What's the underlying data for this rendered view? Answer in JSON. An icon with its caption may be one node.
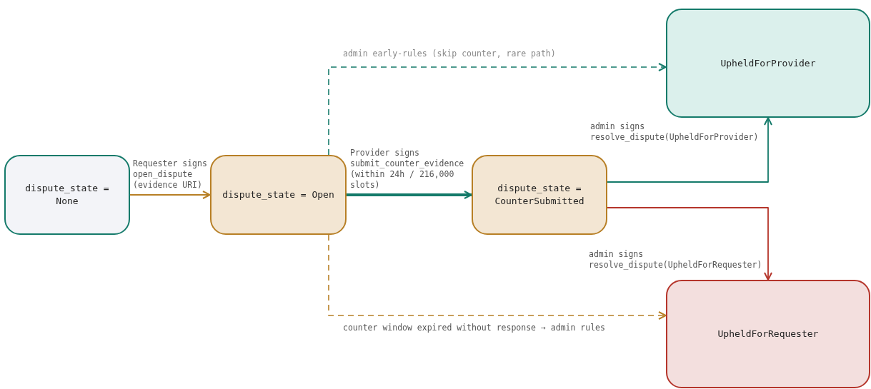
{
  "diagram": {
    "nodes": [
      {
        "text": [
          "dispute_state = None"
        ]
      },
      {
        "text": [
          "dispute_state = Open"
        ]
      },
      {
        "text": [
          "dispute_state = CounterSubmitted"
        ]
      },
      {
        "text": [
          "UpheldForProvider"
        ]
      },
      {
        "text": [
          "UpheldForRequester"
        ]
      }
    ],
    "edges": [
      {
        "from": 0,
        "to": 1,
        "arrow": "to",
        "label": "Requester signs open_dispute (evidence URI)",
        "color": "#b77f25"
      },
      {
        "from": 1,
        "to": 2,
        "arrow": "to",
        "label": "Provider signs submit_counter_evidence (within 24h / 216,000 slots)",
        "style": "thick",
        "color": "#147a6a"
      },
      {
        "from": 1,
        "to": 3,
        "arrow": "to",
        "label": "admin early-rules (skip counter, rare path)",
        "style": "dashed",
        "color": "#147a6a"
      },
      {
        "from": 2,
        "to": 3,
        "arrow": "to",
        "label": "admin signs resolve_dispute(UpheldForProvider)",
        "color": "#147a6a"
      },
      {
        "from": 2,
        "to": 4,
        "arrow": "to",
        "label": "admin signs resolve_dispute(UpheldForRequester)",
        "color": "#b5352b"
      },
      {
        "from": 1,
        "to": 4,
        "arrow": "to",
        "label": "counter window expired without response → admin rules",
        "style": "dashed",
        "color": "#b77f25"
      }
    ]
  }
}
